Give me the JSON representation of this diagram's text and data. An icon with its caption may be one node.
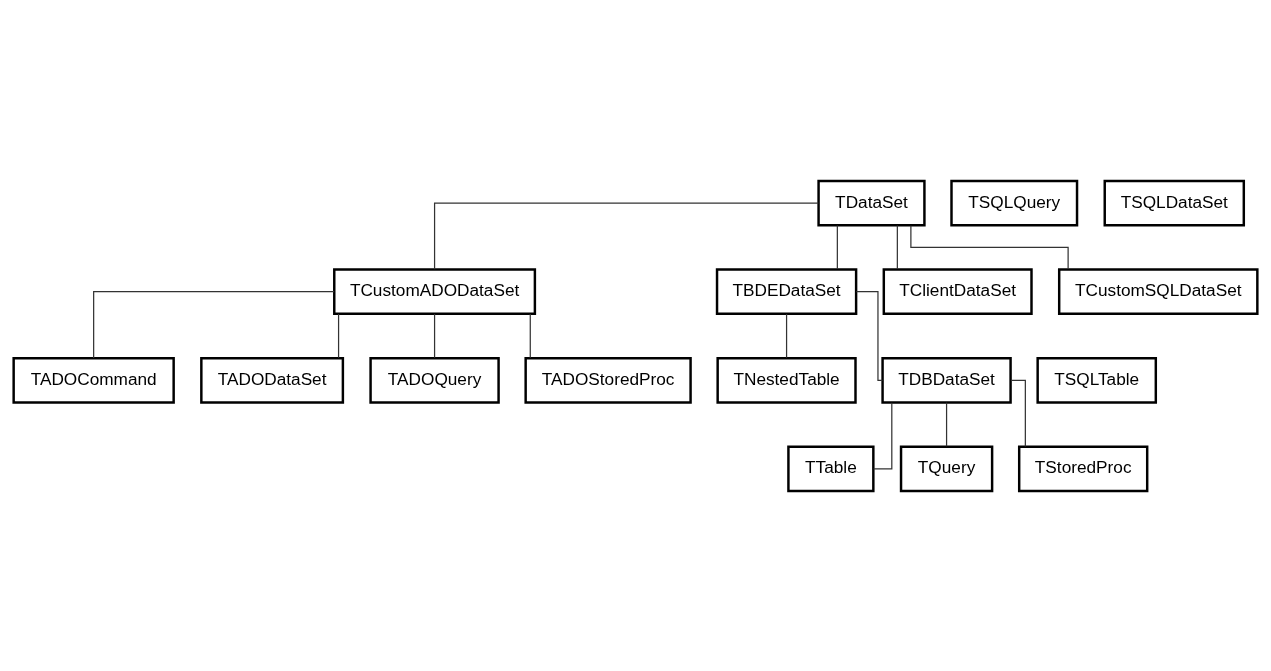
{
  "diagram": {
    "nodes": [
      {
        "text": [
          "TDataSet"
        ]
      },
      {
        "text": [
          "TCustomADODataSet"
        ]
      },
      {
        "text": [
          "TBDEDataSet"
        ]
      },
      {
        "text": [
          "TClientDataSet"
        ]
      },
      {
        "text": [
          "TCustomSQLDataSet"
        ]
      },
      {
        "text": [
          "TADOCommand"
        ]
      },
      {
        "text": [
          "TNestedTable"
        ]
      },
      {
        "text": [
          "TSQLTable"
        ]
      },
      {
        "text": [
          "TADODataSet"
        ]
      },
      {
        "text": [
          "TDBDataSet"
        ]
      },
      {
        "text": [
          "TSQLQuery"
        ]
      },
      {
        "text": [
          "TADOQuery"
        ]
      },
      {
        "text": [
          "TSQLDataSet"
        ]
      },
      {
        "text": [
          "TADOStoredProc"
        ]
      },
      {
        "text": [
          "TTable"
        ]
      },
      {
        "text": [
          "TQuery"
        ]
      },
      {
        "text": [
          "TStoredProc"
        ]
      }
    ],
    "edges": [
      {
        "from": 0,
        "to": 1,
        "arrow": "none"
      },
      {
        "from": 0,
        "to": 2,
        "arrow": "none"
      },
      {
        "from": 0,
        "to": 3,
        "arrow": "none"
      },
      {
        "from": 0,
        "to": 4,
        "arrow": "none"
      },
      {
        "from": 1,
        "to": 5,
        "arrow": "none"
      },
      {
        "from": 1,
        "to": 8,
        "arrow": "none"
      },
      {
        "from": 1,
        "to": 11,
        "arrow": "none"
      },
      {
        "from": 1,
        "to": 13,
        "arrow": "none"
      },
      {
        "from": 2,
        "to": 6,
        "arrow": "none"
      },
      {
        "from": 2,
        "to": 9,
        "arrow": "none"
      },
      {
        "from": 9,
        "to": 14,
        "arrow": "none"
      },
      {
        "from": 9,
        "to": 15,
        "arrow": "none"
      },
      {
        "from": 9,
        "to": 16,
        "arrow": "none"
      }
    ]
  }
}
